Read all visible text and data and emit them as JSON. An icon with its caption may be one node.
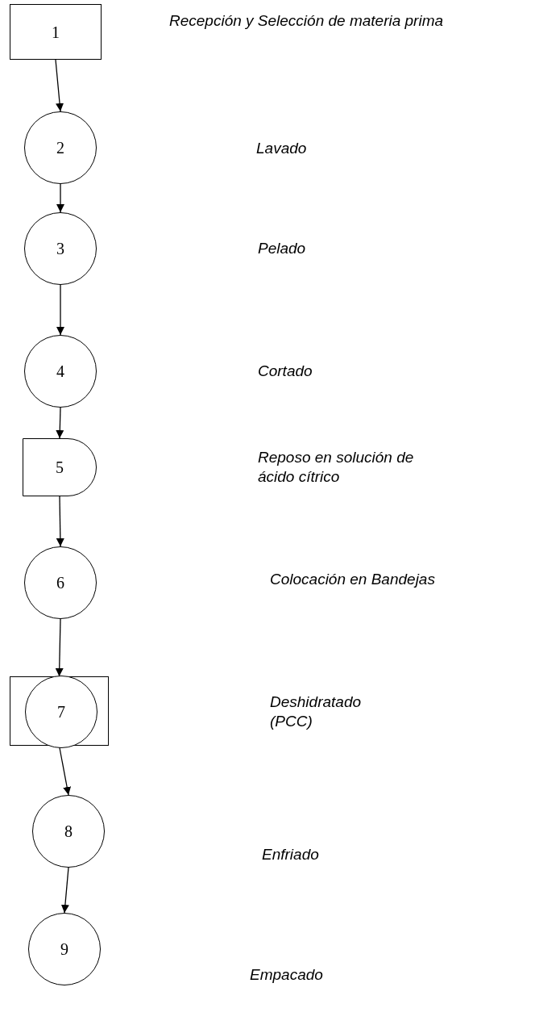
{
  "diagram": {
    "nodes": [
      {
        "text": [
          "1"
        ]
      },
      {
        "text": [
          "2"
        ]
      },
      {
        "text": [
          "3"
        ]
      },
      {
        "text": [
          "4"
        ]
      },
      {
        "text": [
          "5"
        ]
      },
      {
        "text": [
          "6"
        ]
      },
      {
        "text": [],
        "shape": "box"
      },
      {
        "text": [
          "7"
        ],
        "in": 6
      },
      {
        "text": [
          "8"
        ]
      },
      {
        "text": [
          "9"
        ]
      }
    ],
    "edges": [
      {
        "from": 0,
        "to": 1,
        "arrow": "to"
      },
      {
        "from": 1,
        "to": 2,
        "arrow": "to"
      },
      {
        "from": 2,
        "to": 3,
        "arrow": "to"
      },
      {
        "from": 3,
        "to": 4,
        "arrow": "to"
      },
      {
        "from": 4,
        "to": 5,
        "arrow": "to"
      },
      {
        "from": 5,
        "to": 6,
        "arrow": "to"
      },
      {
        "from": 6,
        "to": 8,
        "arrow": "to"
      },
      {
        "from": 8,
        "to": 9,
        "arrow": "to"
      }
    ],
    "labels": [
      "Recepción y Selección de materia prima",
      "Lavado",
      "Pelado",
      "Cortado",
      "Reposo en solución de ácido cítrico",
      "Colocación en Bandejas",
      "Deshidratado (PCC)",
      "Enfriado",
      "Empacado"
    ]
  }
}
